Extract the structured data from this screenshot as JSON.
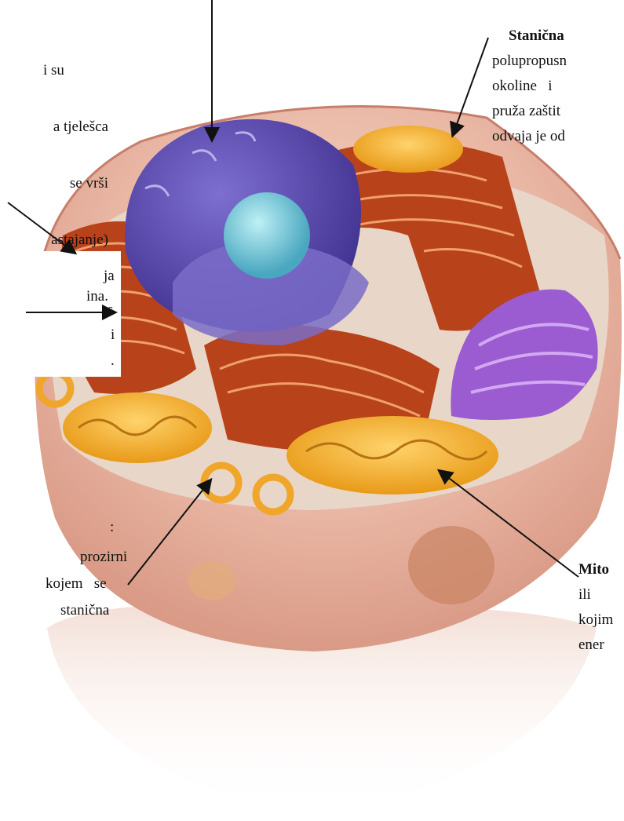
{
  "labels": {
    "ribosomes_fragment": [
      "i su",
      "a tjelešca",
      "se vrši",
      "astajanje)",
      "ina."
    ],
    "membrane": {
      "title": "Stanična",
      "lines": [
        "polupropusn",
        "okoline   i",
        "pruža zaštit",
        "odvaja je od"
      ]
    },
    "er_fragment": [
      "ja",
      "s",
      "i",
      "."
    ],
    "cytoplasm_fragment": [
      ":",
      "prozirni",
      "kojem   se",
      "stanična"
    ],
    "mitochondria": {
      "title": "Mito",
      "lines": [
        "ili",
        "kojim",
        "ener"
      ]
    }
  }
}
